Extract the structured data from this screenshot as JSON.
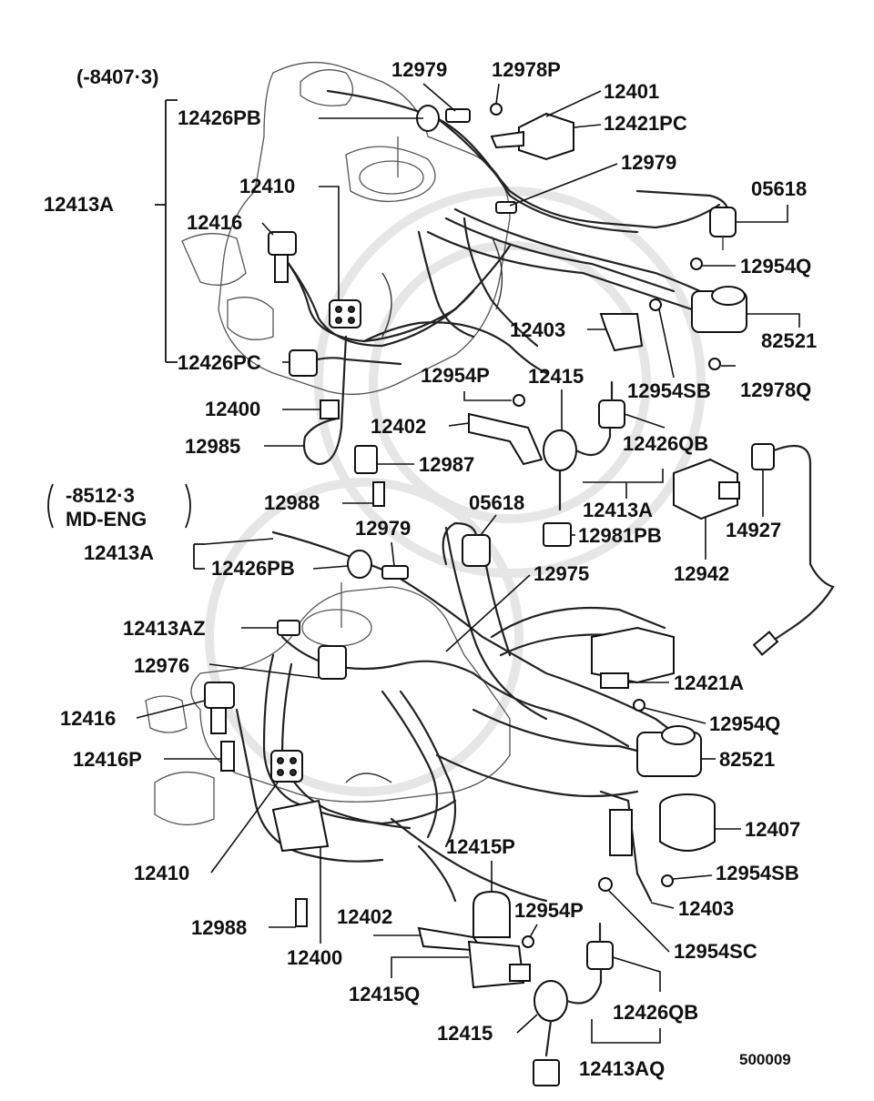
{
  "diagram": {
    "doc_number": "500009",
    "upper_group": {
      "condition": "(-8407·3)",
      "labels": {
        "p12979": "12979",
        "p12978P": "12978P",
        "p12401": "12401",
        "p12421PC": "12421PC",
        "p12426PB": "12426PB",
        "p12979b": "12979",
        "p05618": "05618",
        "p12413A": "12413A",
        "p12410": "12410",
        "p12416": "12416",
        "p12954Q": "12954Q",
        "p12403": "12403",
        "p82521": "82521",
        "p12426PC": "12426PC",
        "p12954P": "12954P",
        "p12415": "12415",
        "p12954SB": "12954SB",
        "p12978Q": "12978Q",
        "p12400": "12400",
        "p12402": "12402",
        "p12426QB": "12426QB",
        "p12985": "12985",
        "p12987": "12987",
        "p12413Ab": "12413A",
        "p12981PB": "12981PB",
        "p12988": "12988",
        "p14927": "14927",
        "p12942": "12942"
      }
    },
    "lower_group": {
      "condition_line1": "-8512·3",
      "condition_line2": "MD-ENG",
      "labels": {
        "p05618": "05618",
        "p12979": "12979",
        "p12413A": "12413A",
        "p12426PB": "12426PB",
        "p12975": "12975",
        "p12413AZ": "12413AZ",
        "p12976": "12976",
        "p12421A": "12421A",
        "p12416": "12416",
        "p12954Q": "12954Q",
        "p12416P": "12416P",
        "p82521": "82521",
        "p12407": "12407",
        "p12410": "12410",
        "p12954SB": "12954SB",
        "p12415P": "12415P",
        "p12403": "12403",
        "p12988": "12988",
        "p12402": "12402",
        "p12954P": "12954P",
        "p12954SC": "12954SC",
        "p12400": "12400",
        "p12415Q": "12415Q",
        "p12426QB": "12426QB",
        "p12415": "12415",
        "p12413AQ": "12413AQ"
      }
    }
  }
}
